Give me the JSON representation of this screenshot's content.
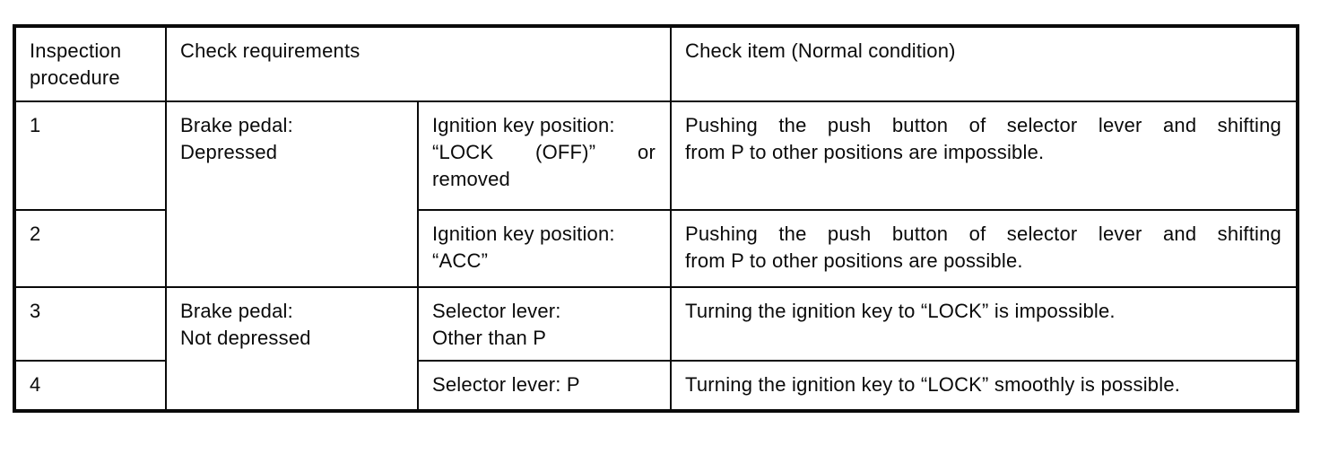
{
  "colors": {
    "paper": "#ffffff",
    "ink": "#0a0a0a"
  },
  "table": {
    "header": {
      "inspection_procedure": {
        "lines": [
          "Inspection",
          "procedure"
        ]
      },
      "check_requirements": "Check requirements",
      "check_item": "Check item (Normal condition)"
    },
    "groups": [
      {
        "brake_pedal": {
          "lines": [
            "Brake pedal:",
            "Depressed"
          ]
        },
        "rows": [
          {
            "procedure": "1",
            "condition": {
              "lines": [
                "Ignition key position:",
                "“LOCK (OFF)” or",
                "removed"
              ]
            },
            "result": {
              "lines": [
                "Pushing the push button of selector lever and shifting",
                "from P to other positions are impossible."
              ]
            }
          },
          {
            "procedure": "2",
            "condition": {
              "lines": [
                "Ignition key position:",
                "“ACC”"
              ]
            },
            "result": {
              "lines": [
                "Pushing the push button of selector lever and shifting",
                "from P to other positions are possible."
              ]
            }
          }
        ]
      },
      {
        "brake_pedal": {
          "lines": [
            "Brake pedal:",
            "Not depressed"
          ]
        },
        "rows": [
          {
            "procedure": "3",
            "condition": {
              "lines": [
                "Selector lever:",
                "Other than P"
              ]
            },
            "result": {
              "lines": [
                "Turning the ignition key to “LOCK” is impossible."
              ]
            }
          },
          {
            "procedure": "4",
            "condition": {
              "lines": [
                "Selector lever: P"
              ]
            },
            "result": {
              "lines": [
                "Turning the ignition key to “LOCK” smoothly is possible."
              ]
            }
          }
        ]
      }
    ]
  }
}
